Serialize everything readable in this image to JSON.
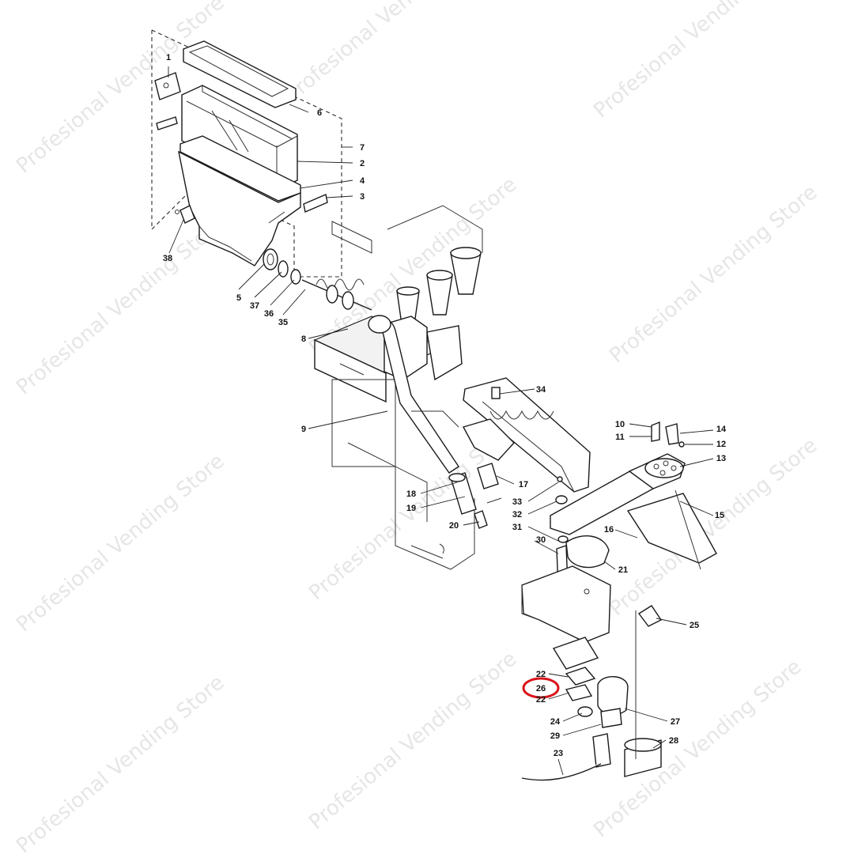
{
  "watermark": "Profesional Vending Store",
  "highlight_color": "#d9141c",
  "highlighted_callout": "26",
  "callouts": [
    {
      "id": "c1",
      "label": "1"
    },
    {
      "id": "c6",
      "label": "6"
    },
    {
      "id": "c7",
      "label": "7"
    },
    {
      "id": "c2",
      "label": "2"
    },
    {
      "id": "c4",
      "label": "4"
    },
    {
      "id": "c3",
      "label": "3"
    },
    {
      "id": "c38",
      "label": "38"
    },
    {
      "id": "c5",
      "label": "5"
    },
    {
      "id": "c37",
      "label": "37"
    },
    {
      "id": "c36",
      "label": "36"
    },
    {
      "id": "c35",
      "label": "35"
    },
    {
      "id": "c8",
      "label": "8"
    },
    {
      "id": "c9",
      "label": "9"
    },
    {
      "id": "c34",
      "label": "34"
    },
    {
      "id": "c10",
      "label": "10"
    },
    {
      "id": "c11",
      "label": "11"
    },
    {
      "id": "c14",
      "label": "14"
    },
    {
      "id": "c12",
      "label": "12"
    },
    {
      "id": "c13",
      "label": "13"
    },
    {
      "id": "c17",
      "label": "17"
    },
    {
      "id": "c18",
      "label": "18"
    },
    {
      "id": "c19",
      "label": "19"
    },
    {
      "id": "c20",
      "label": "20"
    },
    {
      "id": "c33",
      "label": "33"
    },
    {
      "id": "c32",
      "label": "32"
    },
    {
      "id": "c31",
      "label": "31"
    },
    {
      "id": "c15",
      "label": "15"
    },
    {
      "id": "c16",
      "label": "16"
    },
    {
      "id": "c30",
      "label": "30"
    },
    {
      "id": "c21",
      "label": "21"
    },
    {
      "id": "c25",
      "label": "25"
    },
    {
      "id": "c22a",
      "label": "22"
    },
    {
      "id": "c26",
      "label": "26"
    },
    {
      "id": "c22b",
      "label": "22"
    },
    {
      "id": "c24",
      "label": "24"
    },
    {
      "id": "c27",
      "label": "27"
    },
    {
      "id": "c29",
      "label": "29"
    },
    {
      "id": "c28",
      "label": "28"
    },
    {
      "id": "c23",
      "label": "23"
    }
  ]
}
